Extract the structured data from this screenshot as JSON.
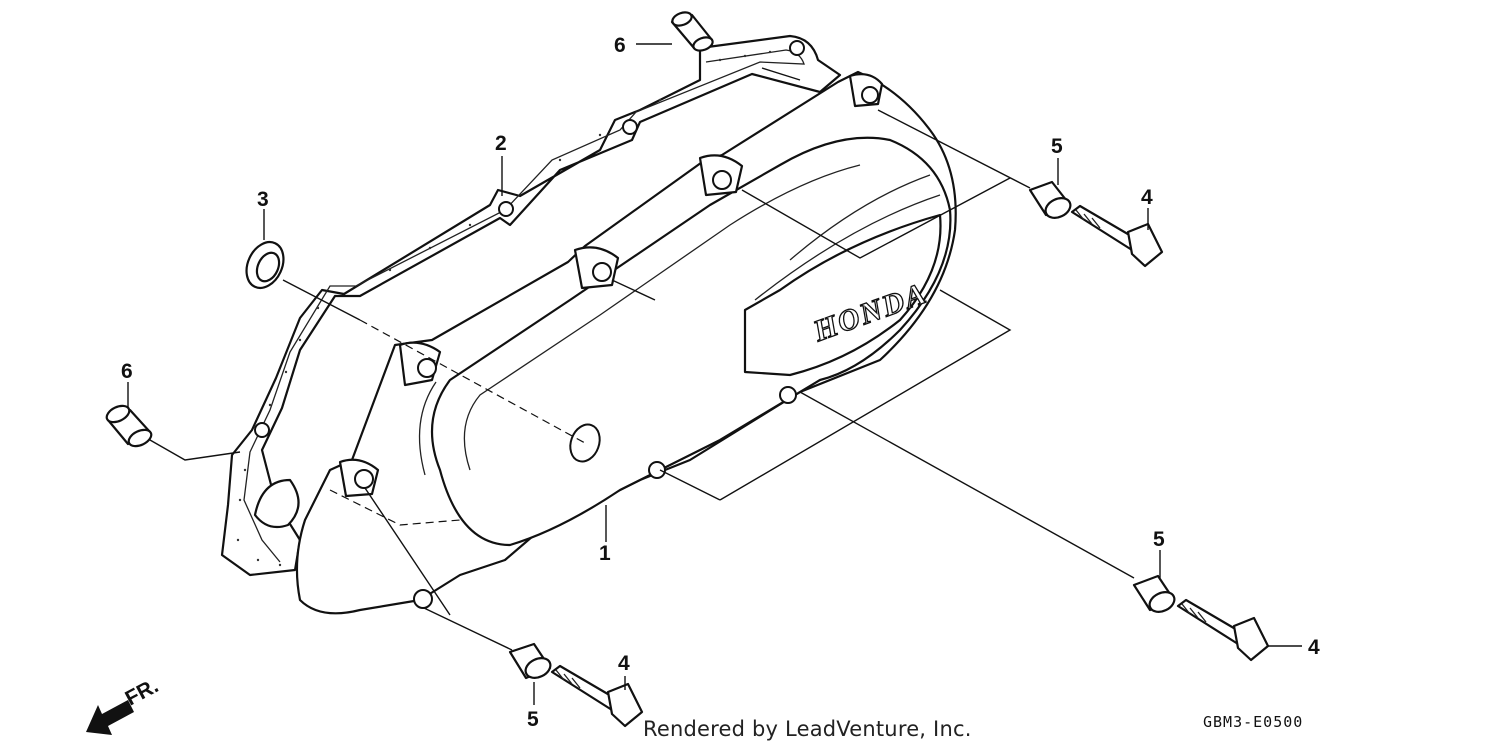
{
  "diagram": {
    "callouts": {
      "cover": "1",
      "gasket": "2",
      "seal": "3",
      "bolt_right": "4",
      "bolt_bottom_right": "4",
      "bolt_bottom": "4",
      "collar_right": "5",
      "collar_bottom_right": "5",
      "collar_bottom": "5",
      "dowel_top": "6",
      "dowel_left": "6"
    },
    "brand_mark": "HONDA",
    "direction_label": "FR.",
    "diagram_code": "GBM3-E0500",
    "credit": "Rendered by LeadVenture, Inc."
  },
  "colors": {
    "ink": "#111111",
    "background": "#ffffff"
  }
}
